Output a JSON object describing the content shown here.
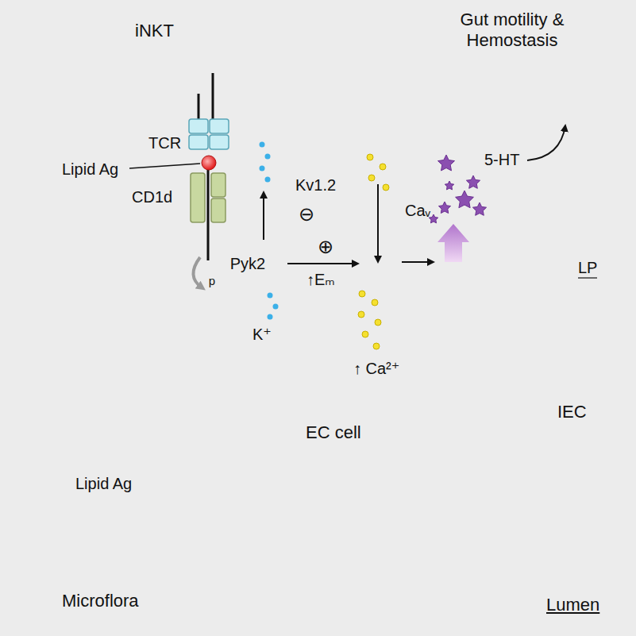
{
  "diagram": {
    "nodes": [
      {
        "text": [
          "iNKT"
        ]
      },
      {
        "text": [
          "EC cell"
        ]
      },
      {
        "text": [
          "Kv1.2"
        ],
        "in": 1
      },
      {
        "text": [
          "Caᵥ"
        ],
        "in": 1
      },
      {
        "text": [
          "Pyk2"
        ],
        "in": 1
      },
      {
        "text": [
          "p"
        ],
        "in": 1
      },
      {
        "text": [
          "IEC"
        ]
      }
    ],
    "edges": [
      {
        "from": 4,
        "to": 3,
        "arrow": "to"
      }
    ],
    "labels": [
      "Gut motility & Hemostasis",
      "TCR",
      "Lipid Ag",
      "CD1d",
      "⊖",
      "⊕",
      "↑Eₘ",
      "5-HT",
      "LP",
      "K⁺",
      "↑ Ca²⁺",
      "Lipid Ag",
      "Microflora",
      "Lumen"
    ]
  }
}
